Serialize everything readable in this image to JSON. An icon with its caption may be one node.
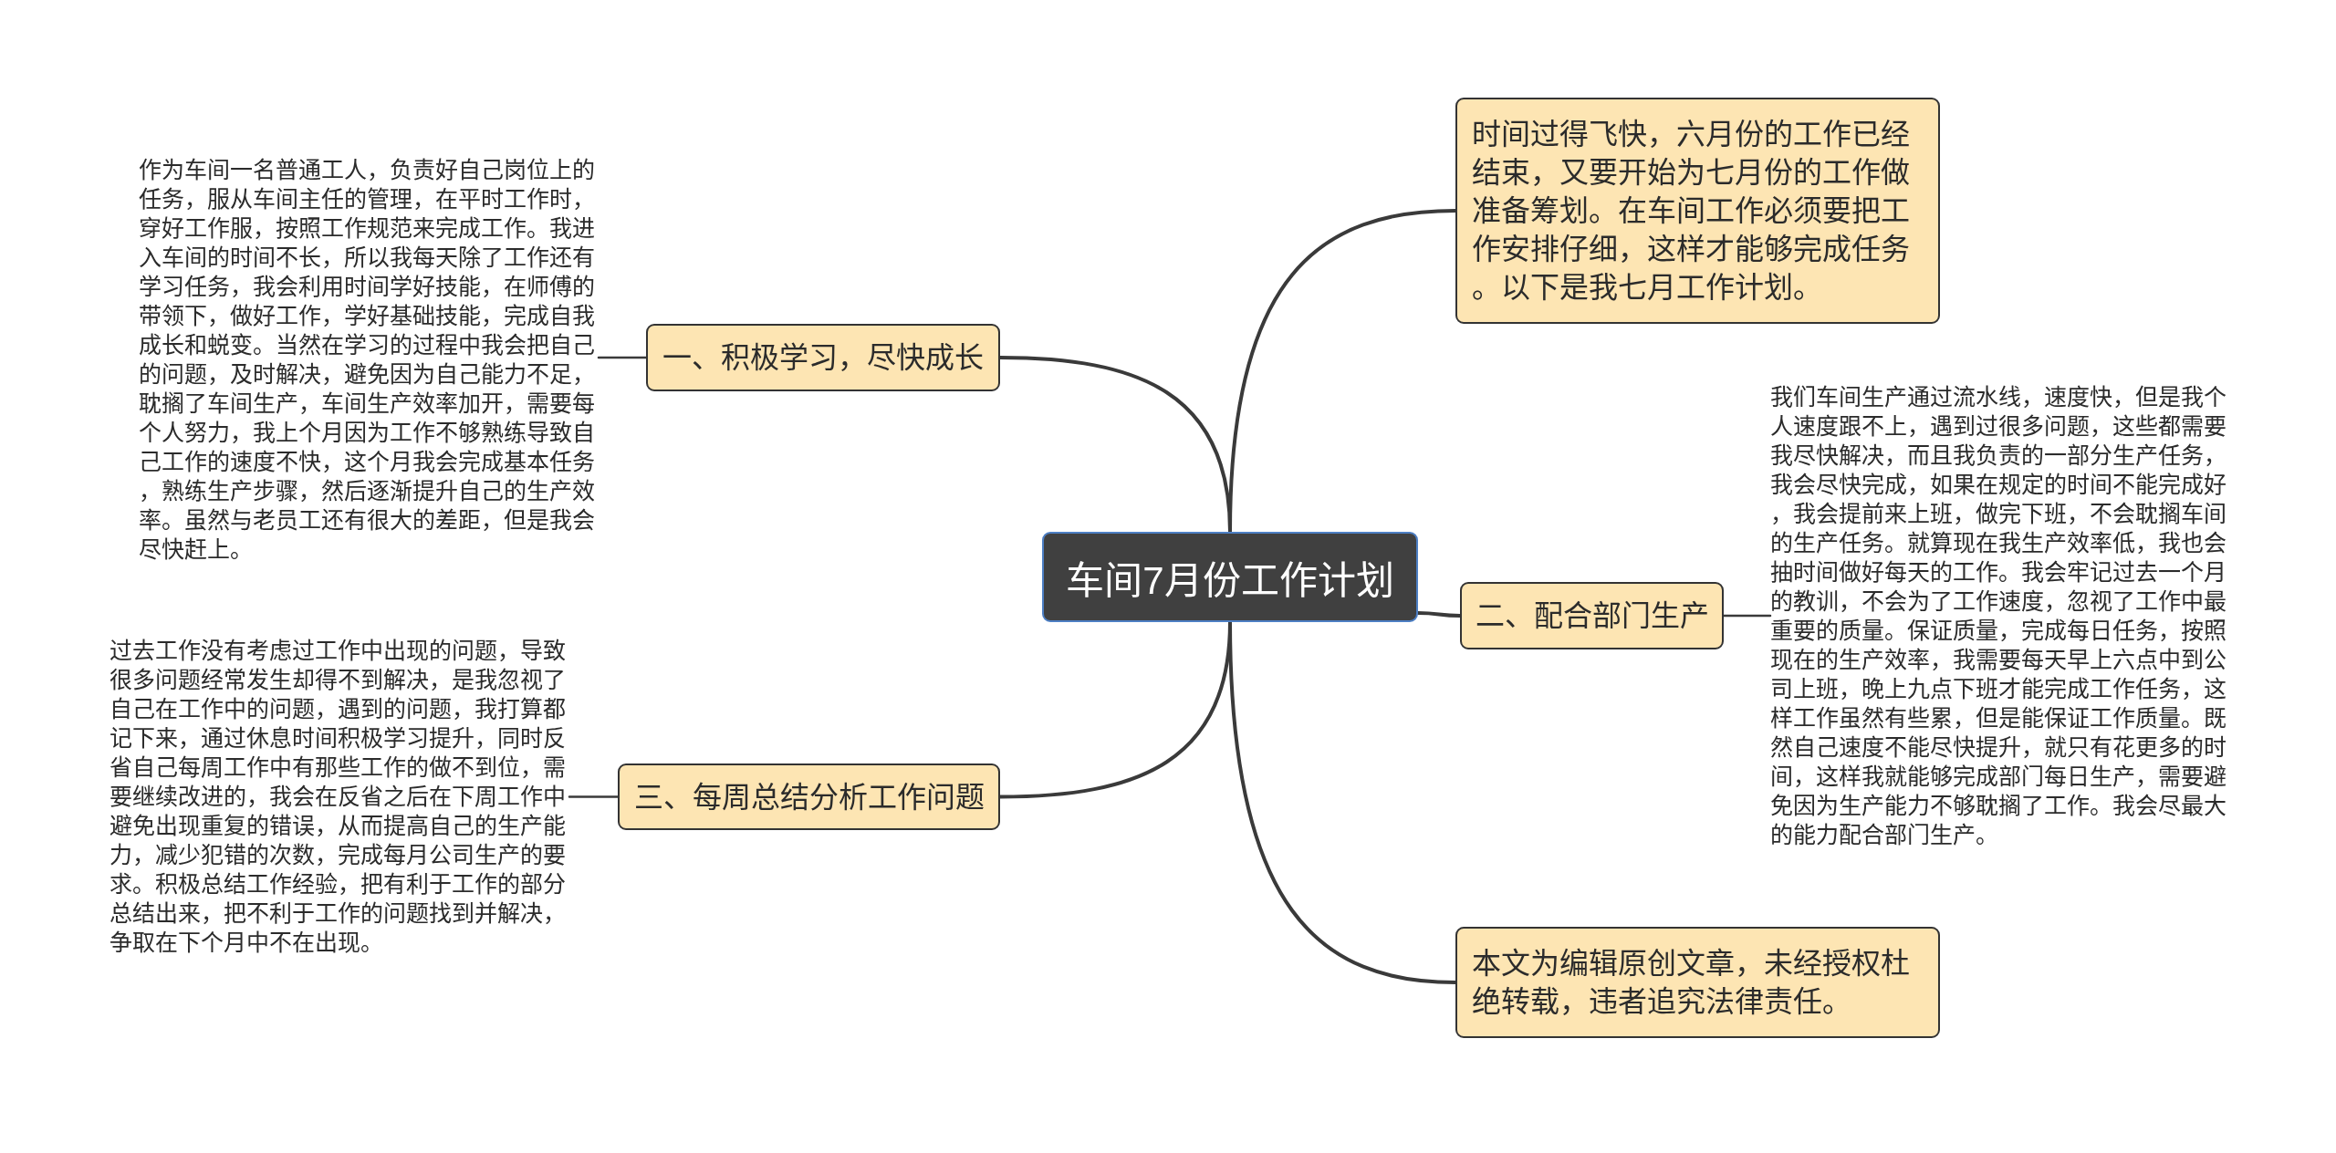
{
  "diagram": {
    "nodes": [
      {
        "text": [
          "车间7月份工作计划"
        ]
      },
      {
        "text": [
          "时间过得飞快，六月份的工作已经结束，又要开始为七月份的工作做准备筹划。在车间工作必须要把工作安排仔细，这样才能够完成任务。以下是我七月工作计划。"
        ]
      },
      {
        "text": [
          "二、配合部门生产"
        ]
      },
      {
        "text": [
          "我们车间生产通过流水线，速度快，但是我个人速度跟不上，遇到过很多问题，这些都需要我尽快解决，而且我负责的一部分生产任务，我会尽快完成，如果在规定的时间不能完成好，我会提前来上班，做完下班，不会耽搁车间的生产任务。就算现在我生产效率低，我也会抽时间做好每天的工作。我会牢记过去一个月的教训，不会为了工作速度，忽视了工作中最重要的质量。保证质量，完成每日任务，按照现在的生产效率，我需要每天早上六点中到公司上班，晚上九点下班才能完成工作任务，这样工作虽然有些累，但是能保证工作质量。既然自己速度不能尽快提升，就只有花更多的时间，这样我就能够完成部门每日生产，需要避免因为生产能力不够耽搁了工作。我会尽最大的能力配合部门生产。"
        ]
      },
      {
        "text": [
          "本文为编辑原创文章，未经授权杜绝转载，违者追究法律责任。"
        ]
      },
      {
        "text": [
          "一、积极学习，尽快成长"
        ]
      },
      {
        "text": [
          "作为车间一名普通工人，负责好自己岗位上的任务，服从车间主任的管理，在平时工作时，穿好工作服，按照工作规范来完成工作。我进入车间的时间不长，所以我每天除了工作还有学习任务，我会利用时间学好技能，在师傅的带领下，做好工作，学好基础技能，完成自我成长和蜕变。当然在学习的过程中我会把自己的问题，及时解决，避免因为自己能力不足，耽搁了车间生产，车间生产效率加开，需要每个人努力，我上个月因为工作不够熟练导致自己工作的速度不快，这个月我会完成基本任务，熟练生产步骤，然后逐渐提升自己的生产效率。虽然与老员工还有很大的差距，但是我会尽快赶上。"
        ]
      },
      {
        "text": [
          "三、每周总结分析工作问题"
        ]
      },
      {
        "text": [
          "过去工作没有考虑过工作中出现的问题，导致很多问题经常发生却得不到解决，是我忽视了自己在工作中的问题，遇到的问题，我打算都记下来，通过休息时间积极学习提升，同时反省自己每周工作中有那些工作的做不到位，需要继续改进的，我会在反省之后在下周工作中避免出现重复的错误，从而提高自己的生产能力，减少犯错的次数，完成每月公司生产的要求。积极总结工作经验，把有利于工作的部分总结出来，把不利于工作的问题找到并解决，争取在下个月中不在出现。"
        ]
      }
    ],
    "edges": [
      {
        "from": 0,
        "to": 1,
        "arrow": "none"
      },
      {
        "from": 0,
        "to": 2,
        "arrow": "none"
      },
      {
        "from": 2,
        "to": 3,
        "arrow": "none"
      },
      {
        "from": 0,
        "to": 4,
        "arrow": "none"
      },
      {
        "from": 0,
        "to": 5,
        "arrow": "none"
      },
      {
        "from": 5,
        "to": 6,
        "arrow": "none"
      },
      {
        "from": 0,
        "to": 7,
        "arrow": "none"
      },
      {
        "from": 7,
        "to": 8,
        "arrow": "none"
      }
    ]
  }
}
